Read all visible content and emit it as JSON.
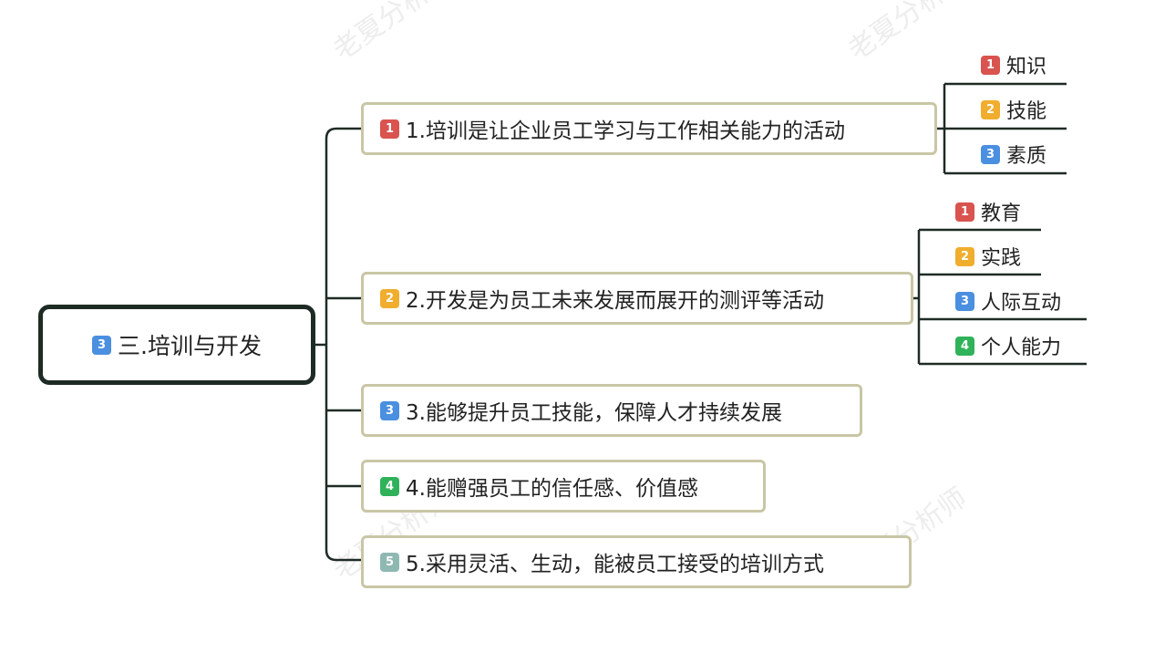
{
  "colors": {
    "badge_1": "#d9534f",
    "badge_2": "#f0ad2e",
    "badge_3": "#4a8fe0",
    "badge_4": "#2fb25a",
    "badge_5": "#8fb8b3",
    "root_border": "#1e2b24",
    "node_border": "#c9c6a6",
    "connector": "#1e2b24"
  },
  "watermark": "老夏分析师",
  "root": {
    "badge": "3",
    "label": "三.培训与开发"
  },
  "branches": [
    {
      "badge": "1",
      "label": "1.培训是让企业员工学习与工作相关能力的活动",
      "children": [
        {
          "badge": "1",
          "label": "知识"
        },
        {
          "badge": "2",
          "label": "技能"
        },
        {
          "badge": "3",
          "label": "素质"
        }
      ]
    },
    {
      "badge": "2",
      "label": "2.开发是为员工未来发展而展开的测评等活动",
      "children": [
        {
          "badge": "1",
          "label": "教育"
        },
        {
          "badge": "2",
          "label": "实践"
        },
        {
          "badge": "3",
          "label": "人际互动"
        },
        {
          "badge": "4",
          "label": "个人能力"
        }
      ]
    },
    {
      "badge": "3",
      "label": "3.能够提升员工技能，保障人才持续发展"
    },
    {
      "badge": "4",
      "label": "4.能赠强员工的信任感、价值感"
    },
    {
      "badge": "5",
      "label": "5.采用灵活、生动，能被员工接受的培训方式"
    }
  ]
}
